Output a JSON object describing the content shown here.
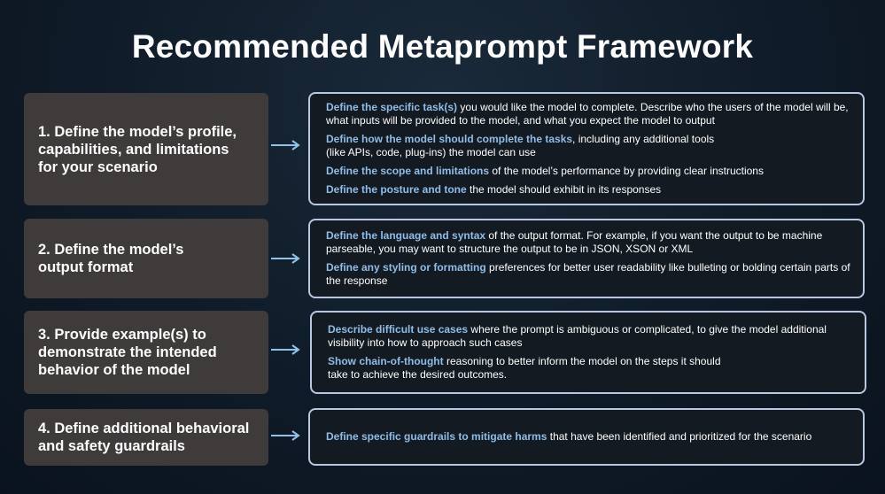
{
  "title": "Recommended Metaprompt Framework",
  "steps": [
    {
      "label": "1. Define the model’s profile,\ncapabilities, and limitations\nfor your scenario",
      "details": [
        {
          "highlight": "Define the specific task(s)",
          "text": " you would like the model to complete. Describe who the users of the model will be, what inputs will be provided to the model, and what you expect the model to output"
        },
        {
          "highlight": "Define how the model should complete the tasks",
          "text": ", including any additional tools\n(like APIs, code, plug-ins) the model can use"
        },
        {
          "highlight": "Define the scope and limitations",
          "text": " of the model’s performance by providing clear instructions"
        },
        {
          "highlight": "Define the posture and tone",
          "text": " the model should exhibit in its responses"
        }
      ]
    },
    {
      "label": "2. Define the model’s\noutput format",
      "details": [
        {
          "highlight": "Define the language and syntax",
          "text": " of the output format. For example, if you want the output to be machine parseable, you may want to structure the output to be in JSON, XSON or XML"
        },
        {
          "highlight": "Define any styling or formatting",
          "text": " preferences for better user readability like bulleting or bolding certain parts of the response"
        }
      ]
    },
    {
      "label": "3. Provide example(s) to\ndemonstrate the intended\nbehavior of the model",
      "details": [
        {
          "highlight": "Describe difficult use cases",
          "text": " where the prompt is ambiguous or complicated, to give the model additional visibility into how to approach such cases"
        },
        {
          "highlight": "Show chain-of-thought",
          "text": " reasoning to better inform the model on the steps it should\ntake to achieve the desired outcomes."
        }
      ]
    },
    {
      "label": "4. Define additional behavioral\nand safety guardrails",
      "details": [
        {
          "highlight": "Define specific guardrails to mitigate harms",
          "text": " that have been identified and prioritized for the scenario"
        }
      ]
    }
  ],
  "colors": {
    "highlight": "#8fbde8",
    "step_box": "#3f3b3b",
    "detail_border": "#b8c7e0",
    "arrow": "#8fc3e8"
  },
  "icons": {
    "connector": "arrow-right-icon"
  }
}
